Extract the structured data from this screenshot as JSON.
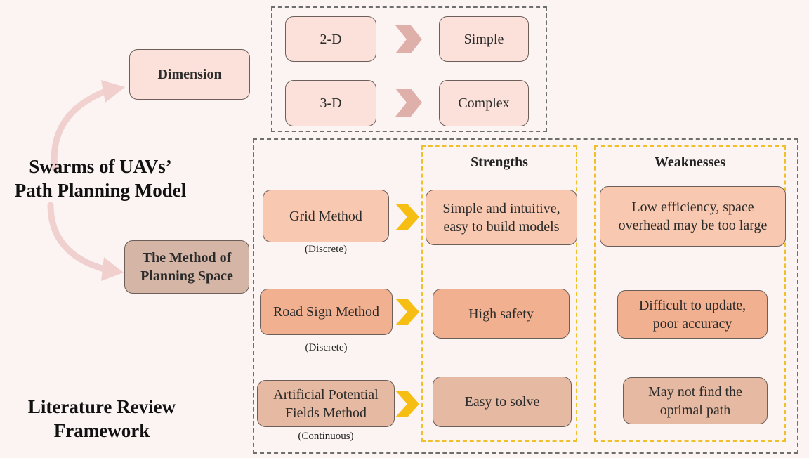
{
  "title": {
    "line1": "Swarms of UAVs’",
    "line2": "Path Planning Model"
  },
  "framework": {
    "line1": "Literature Review",
    "line2": "Framework"
  },
  "dimension": {
    "label": "Dimension",
    "rows": [
      {
        "left": "2-D",
        "right": "Simple"
      },
      {
        "left": "3-D",
        "right": "Complex"
      }
    ]
  },
  "planning_space": {
    "line1": "The Method of",
    "line2": "Planning Space"
  },
  "columns": {
    "strengths": "Strengths",
    "weaknesses": "Weaknesses"
  },
  "methods": [
    {
      "name_line1": "Grid Method",
      "name_line2": "",
      "type": "(Discrete)",
      "strength_line1": "Simple and intuitive,",
      "strength_line2": "easy to build models",
      "weakness_line1": "Low efficiency, space",
      "weakness_line2": "overhead may be too large"
    },
    {
      "name_line1": "Road Sign Method",
      "name_line2": "",
      "type": "(Discrete)",
      "strength_line1": "High safety",
      "strength_line2": "",
      "weakness_line1": "Difficult to update,",
      "weakness_line2": "poor accuracy"
    },
    {
      "name_line1": "Artificial Potential",
      "name_line2": "Fields Method",
      "type": "(Continuous)",
      "strength_line1": "Easy to solve",
      "strength_line2": "",
      "weakness_line1": "May not find the",
      "weakness_line2": "optimal path"
    }
  ]
}
